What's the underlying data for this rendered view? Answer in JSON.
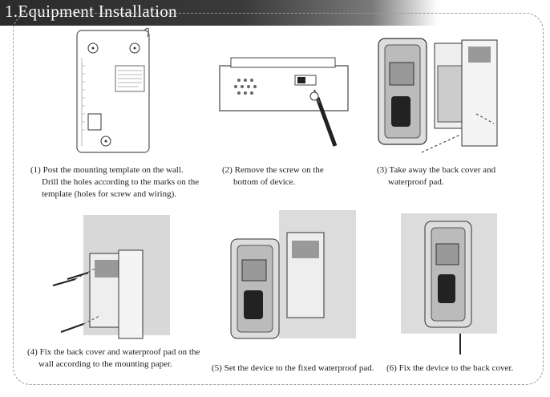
{
  "header": {
    "title": "1.Equipment  Installation"
  },
  "steps": [
    {
      "lines": [
        "(1) Post the  mounting template on the wall.",
        "Drill the holes according to the marks on the",
        "template (holes for screw and wiring)."
      ]
    },
    {
      "lines": [
        "(2) Remove  the  screw  on  the",
        "bottom of device."
      ]
    },
    {
      "lines": [
        "(3) Take away the back cover and",
        "waterproof pad."
      ]
    },
    {
      "lines": [
        "(4) Fix the back cover and waterproof pad on the",
        "wall according to the mounting paper."
      ]
    },
    {
      "lines": [
        "(5) Set  the device to the fixed waterproof pad."
      ]
    },
    {
      "lines": [
        "(6) Fix  the  device  to  the back cover."
      ]
    }
  ]
}
